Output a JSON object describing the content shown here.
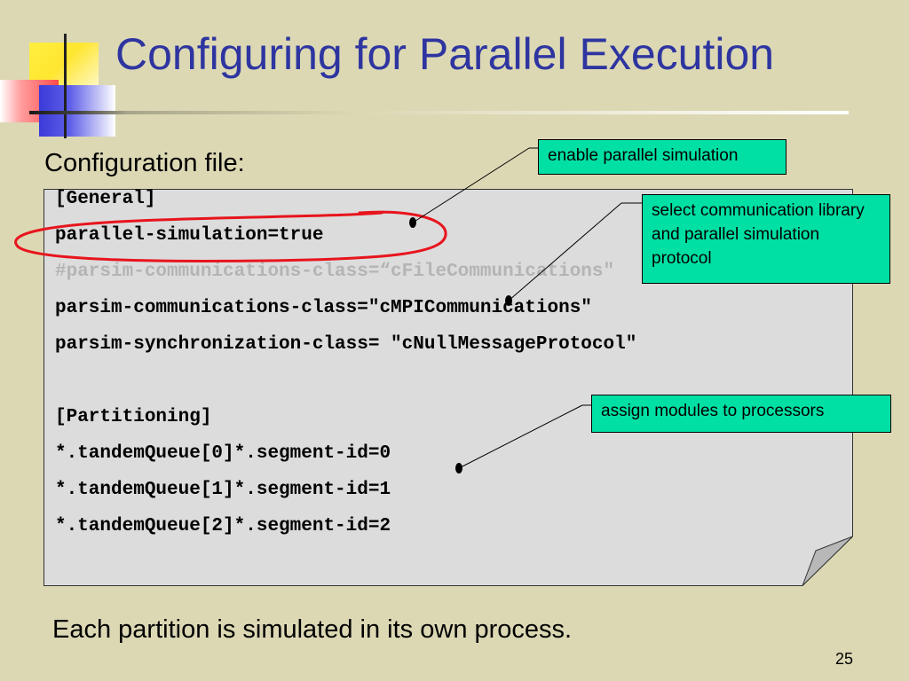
{
  "slide": {
    "title": "Configuring for Parallel Execution",
    "config_label": "Configuration file:",
    "bottom_text": "Each partition is simulated in its own process.",
    "page_number": "25"
  },
  "code": {
    "lines": [
      "[General]",
      "parallel-simulation=true",
      "#parsim-communications-class=“cFileCommunications\"",
      "parsim-communications-class=\"cMPICommunications\"",
      "parsim-synchronization-class= \"cNullMessageProtocol\"",
      "",
      "[Partitioning]",
      "*.tandemQueue[0]*.segment-id=0",
      "*.tandemQueue[1]*.segment-id=1",
      "*.tandemQueue[2]*.segment-id=2"
    ]
  },
  "callouts": {
    "parallel": "enable parallel simulation",
    "communication": "select communication library and parallel simulation protocol",
    "modules": "assign modules to processors"
  },
  "colors": {
    "background": "#dcd8b4",
    "title": "#2e35a0",
    "callout": "#00e0a4",
    "sheet": "#dcdcdc",
    "highlight_ring": "#e8141c",
    "commented_line": "#b4b4b4"
  }
}
